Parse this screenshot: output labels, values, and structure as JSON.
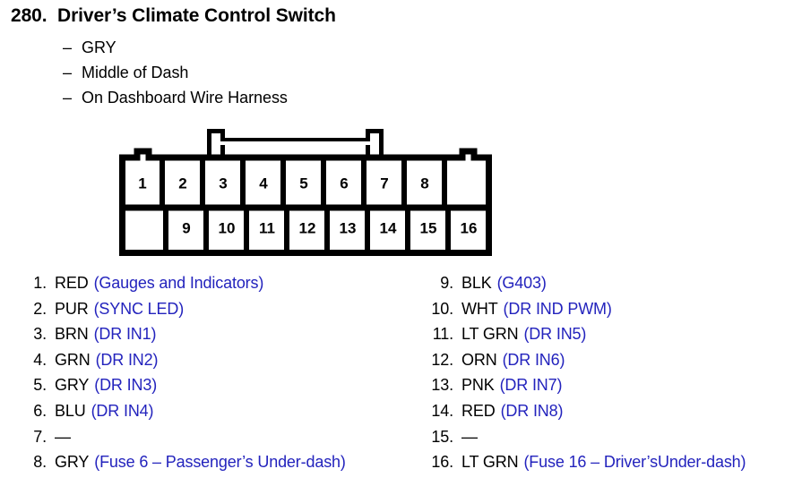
{
  "document": {
    "entry_number": "280.",
    "title": "Driver’s Climate Control Switch",
    "details": [
      {
        "dash": "–",
        "text": "GRY"
      },
      {
        "dash": "–",
        "text": "Middle of Dash"
      },
      {
        "dash": "–",
        "text": "On Dashboard Wire Harness"
      }
    ]
  },
  "connector": {
    "name": "16-pin connector face view",
    "top_row_pins": [
      "1",
      "2",
      "3",
      "4",
      "5",
      "6",
      "7",
      "8"
    ],
    "bottom_row_pins": [
      "9",
      "10",
      "11",
      "12",
      "13",
      "14",
      "15",
      "16"
    ],
    "outline_color": "#000000",
    "fill_color": "#ffffff"
  },
  "colors": {
    "text": "#000000",
    "description": "#2323bd",
    "background": "#ffffff"
  },
  "pins_left": [
    {
      "index": "1.",
      "wire": "RED",
      "desc": "(Gauges and Indicators)"
    },
    {
      "index": "2.",
      "wire": "PUR",
      "desc": "(SYNC LED)"
    },
    {
      "index": "3.",
      "wire": "BRN",
      "desc": "(DR IN1)"
    },
    {
      "index": "4.",
      "wire": "GRN",
      "desc": "(DR IN2)"
    },
    {
      "index": "5.",
      "wire": "GRY",
      "desc": "(DR IN3)"
    },
    {
      "index": "6.",
      "wire": "BLU",
      "desc": "(DR IN4)"
    },
    {
      "index": "7.",
      "wire": "—",
      "desc": ""
    },
    {
      "index": "8.",
      "wire": "GRY",
      "desc": "(Fuse 6 – Passenger’s Under-dash)"
    }
  ],
  "pins_right": [
    {
      "index": "9.",
      "wire": "BLK",
      "desc": "(G403)"
    },
    {
      "index": "10.",
      "wire": "WHT",
      "desc": "(DR IND PWM)"
    },
    {
      "index": "11.",
      "wire": "LT GRN",
      "desc": "(DR IN5)"
    },
    {
      "index": "12.",
      "wire": "ORN",
      "desc": "(DR IN6)"
    },
    {
      "index": "13.",
      "wire": "PNK",
      "desc": "(DR IN7)"
    },
    {
      "index": "14.",
      "wire": "RED",
      "desc": "(DR IN8)"
    },
    {
      "index": "15.",
      "wire": "—",
      "desc": ""
    },
    {
      "index": "16.",
      "wire": "LT GRN",
      "desc": "(Fuse 16 – Driver’sUnder-dash)"
    }
  ]
}
